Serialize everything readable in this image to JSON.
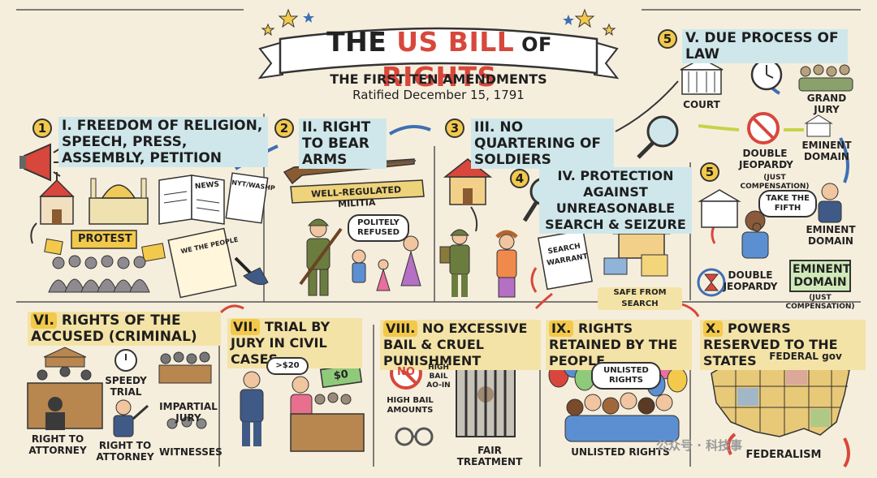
{
  "title": {
    "pre": "THE ",
    "us": "US BILL",
    "of": " OF ",
    "rights": "RIGHTS",
    "subtitle": "THE FIRST TEN AMENDMENTS",
    "ratified": "Ratified December 15, 1791"
  },
  "colors": {
    "red": "#d8473c",
    "teal": "#cfe7ea",
    "gold": "#f3c94b",
    "paper": "#f6eedd"
  },
  "amendments": {
    "a1": {
      "badge": "1",
      "title": "I. FREEDOM OF RELIGION, SPEECH, PRESS, ASSEMBLY, PETITION",
      "news": "NEWS",
      "paper": "NYT/WASHP",
      "protest": "PROTEST",
      "doc": "WE THE PEOPLE"
    },
    "a2": {
      "badge": "2",
      "title": "II. RIGHT TO BEAR ARMS",
      "banner": "WELL-REGULATED MILITIA",
      "bubble": "POLITELY REFUSED"
    },
    "a3": {
      "badge": "3",
      "title": "III. NO QUARTERING OF SOLDIERS"
    },
    "a4": {
      "badge": "4",
      "title": "IV. PROTECTION AGAINST UNREASONABLE SEARCH & SEIZURE",
      "warrant": "SEARCH WARRANT",
      "safe": "SAFE FROM SEARCH"
    },
    "a5": {
      "badge": "5",
      "title": "V. DUE PROCESS OF LAW",
      "badge2": "5",
      "court": "COURT",
      "grand_jury": "GRAND JURY",
      "double_jeopardy": "DOUBLE JEOPARDY",
      "just_comp": "(JUST COMPENSATION)",
      "eminent": "EMINENT DOMAIN",
      "fifth": "TAKE THE FIFTH",
      "eminent2": "EMINENT DOMAIN",
      "double_jeopardy2": "DOUBLE JEOPARDY",
      "eminent_box": "EMINENT DOMAIN",
      "just_comp2": "(JUST COMPENSATION)"
    },
    "a6": {
      "roman": "VI.",
      "title": "RIGHTS OF THE ACCUSED (CRIMINAL)",
      "speedy": "SPEEDY TRIAL",
      "impartial": "IMPARTIAL JURY",
      "attorney1": "RIGHT TO ATTORNEY",
      "attorney2": "RIGHT TO ATTORNEY",
      "witnesses": "WITNESSES"
    },
    "a7": {
      "roman": "VII.",
      "title": "TRIAL BY JURY IN CIVIL CASES",
      "bubble": ">$20",
      "money": "$0"
    },
    "a8": {
      "roman": "VIII.",
      "title": "NO EXCESSIVE BAIL & CRUEL PUNISHMENT",
      "no": "NO",
      "high_bail": "HIGH BAIL AO-IN",
      "amounts": "HIGH BAIL AMOUNTS",
      "fair": "FAIR TREATMENT"
    },
    "a9": {
      "roman": "IX.",
      "title": "RIGHTS RETAINED BY THE PEOPLE",
      "bubble": "UNLISTED RIGHTS",
      "label": "UNLISTED RIGHTS"
    },
    "a10": {
      "roman": "X.",
      "title": "POWERS RESERVED TO THE STATES",
      "federal": "FEDERAL gov",
      "federalism": "FEDERALISM"
    }
  },
  "watermark": "公众号 · 科技事"
}
